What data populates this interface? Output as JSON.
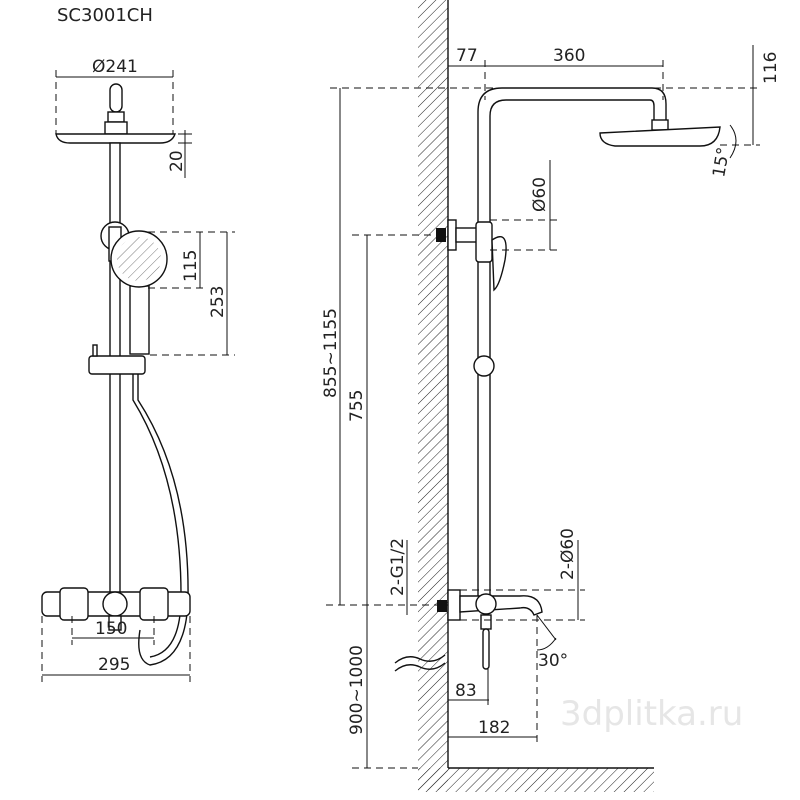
{
  "title": "SC3001CH",
  "watermark": "3dplitka.ru",
  "front_view": {
    "head_diameter": "Ø241",
    "head_thickness": "20",
    "handshower_height": "115",
    "handshower_to_slider": "253",
    "inlet_spacing": "150",
    "mixer_width": "295"
  },
  "side_view": {
    "wall_offset": "77",
    "arm_length": "360",
    "arm_height": "116",
    "head_angle": "15°",
    "bracket_diameter": "Ø60",
    "total_height": "855~1155",
    "bracket_height": "755",
    "inlet_thread": "2-G1/2",
    "escutcheon_diameter": "2-Ø60",
    "install_height": "900~1000",
    "spout_angle": "30°",
    "riser_offset": "83",
    "spout_projection": "182"
  },
  "colors": {
    "line": "#111111",
    "background": "#ffffff"
  }
}
